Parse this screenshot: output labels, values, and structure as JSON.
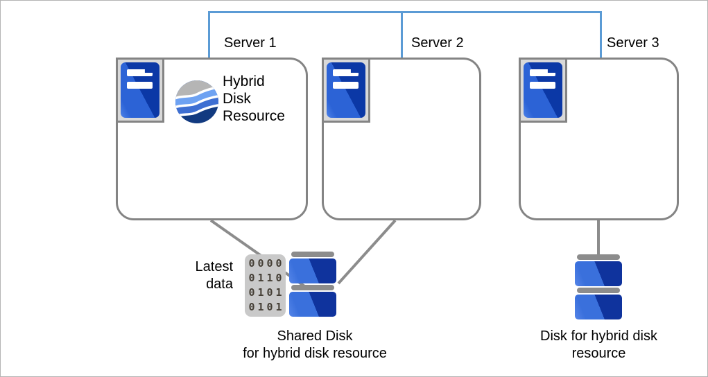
{
  "colors": {
    "accent_blue": "#5B9BD5",
    "border_gray": "#848484",
    "connector_gray": "#8c8c8c",
    "frame_fill": "#d9d9d9",
    "server_blue": "#2c63d6",
    "server_blue_dark": "#0b38a6",
    "server_blue_streak": "#4d82e8",
    "disk_blue": "#3a70dc",
    "disk_blue_dark": "#0f339d",
    "disk_blue_streak": "#5585e8",
    "disk_cap": "#8c8c8c",
    "sphere_gray": "#b5b5b5",
    "sphere_light": "#6ea2f2",
    "sphere_mid": "#3e6fd2",
    "sphere_dark": "#123a80",
    "binary_bg": "#c9c9c9",
    "binary_ink": "#453f36",
    "canvas_border": "#b3b3b3",
    "text": "#000000"
  },
  "diagram": {
    "servers": [
      {
        "label": "Server 1"
      },
      {
        "label": "Server 2"
      },
      {
        "label": "Server 3"
      }
    ],
    "hybrid_resource": {
      "lines": [
        "Hybrid",
        "Disk",
        "Resource"
      ]
    },
    "latest_data": {
      "lines": [
        "Latest",
        "data"
      ]
    },
    "binary_rows": [
      "0000",
      "0110",
      "0101",
      "0101"
    ],
    "shared_disk_caption": {
      "lines": [
        "Shared Disk",
        "for hybrid disk resource"
      ]
    },
    "hybrid_disk_caption": {
      "lines": [
        "Disk for hybrid disk",
        "resource"
      ]
    }
  }
}
